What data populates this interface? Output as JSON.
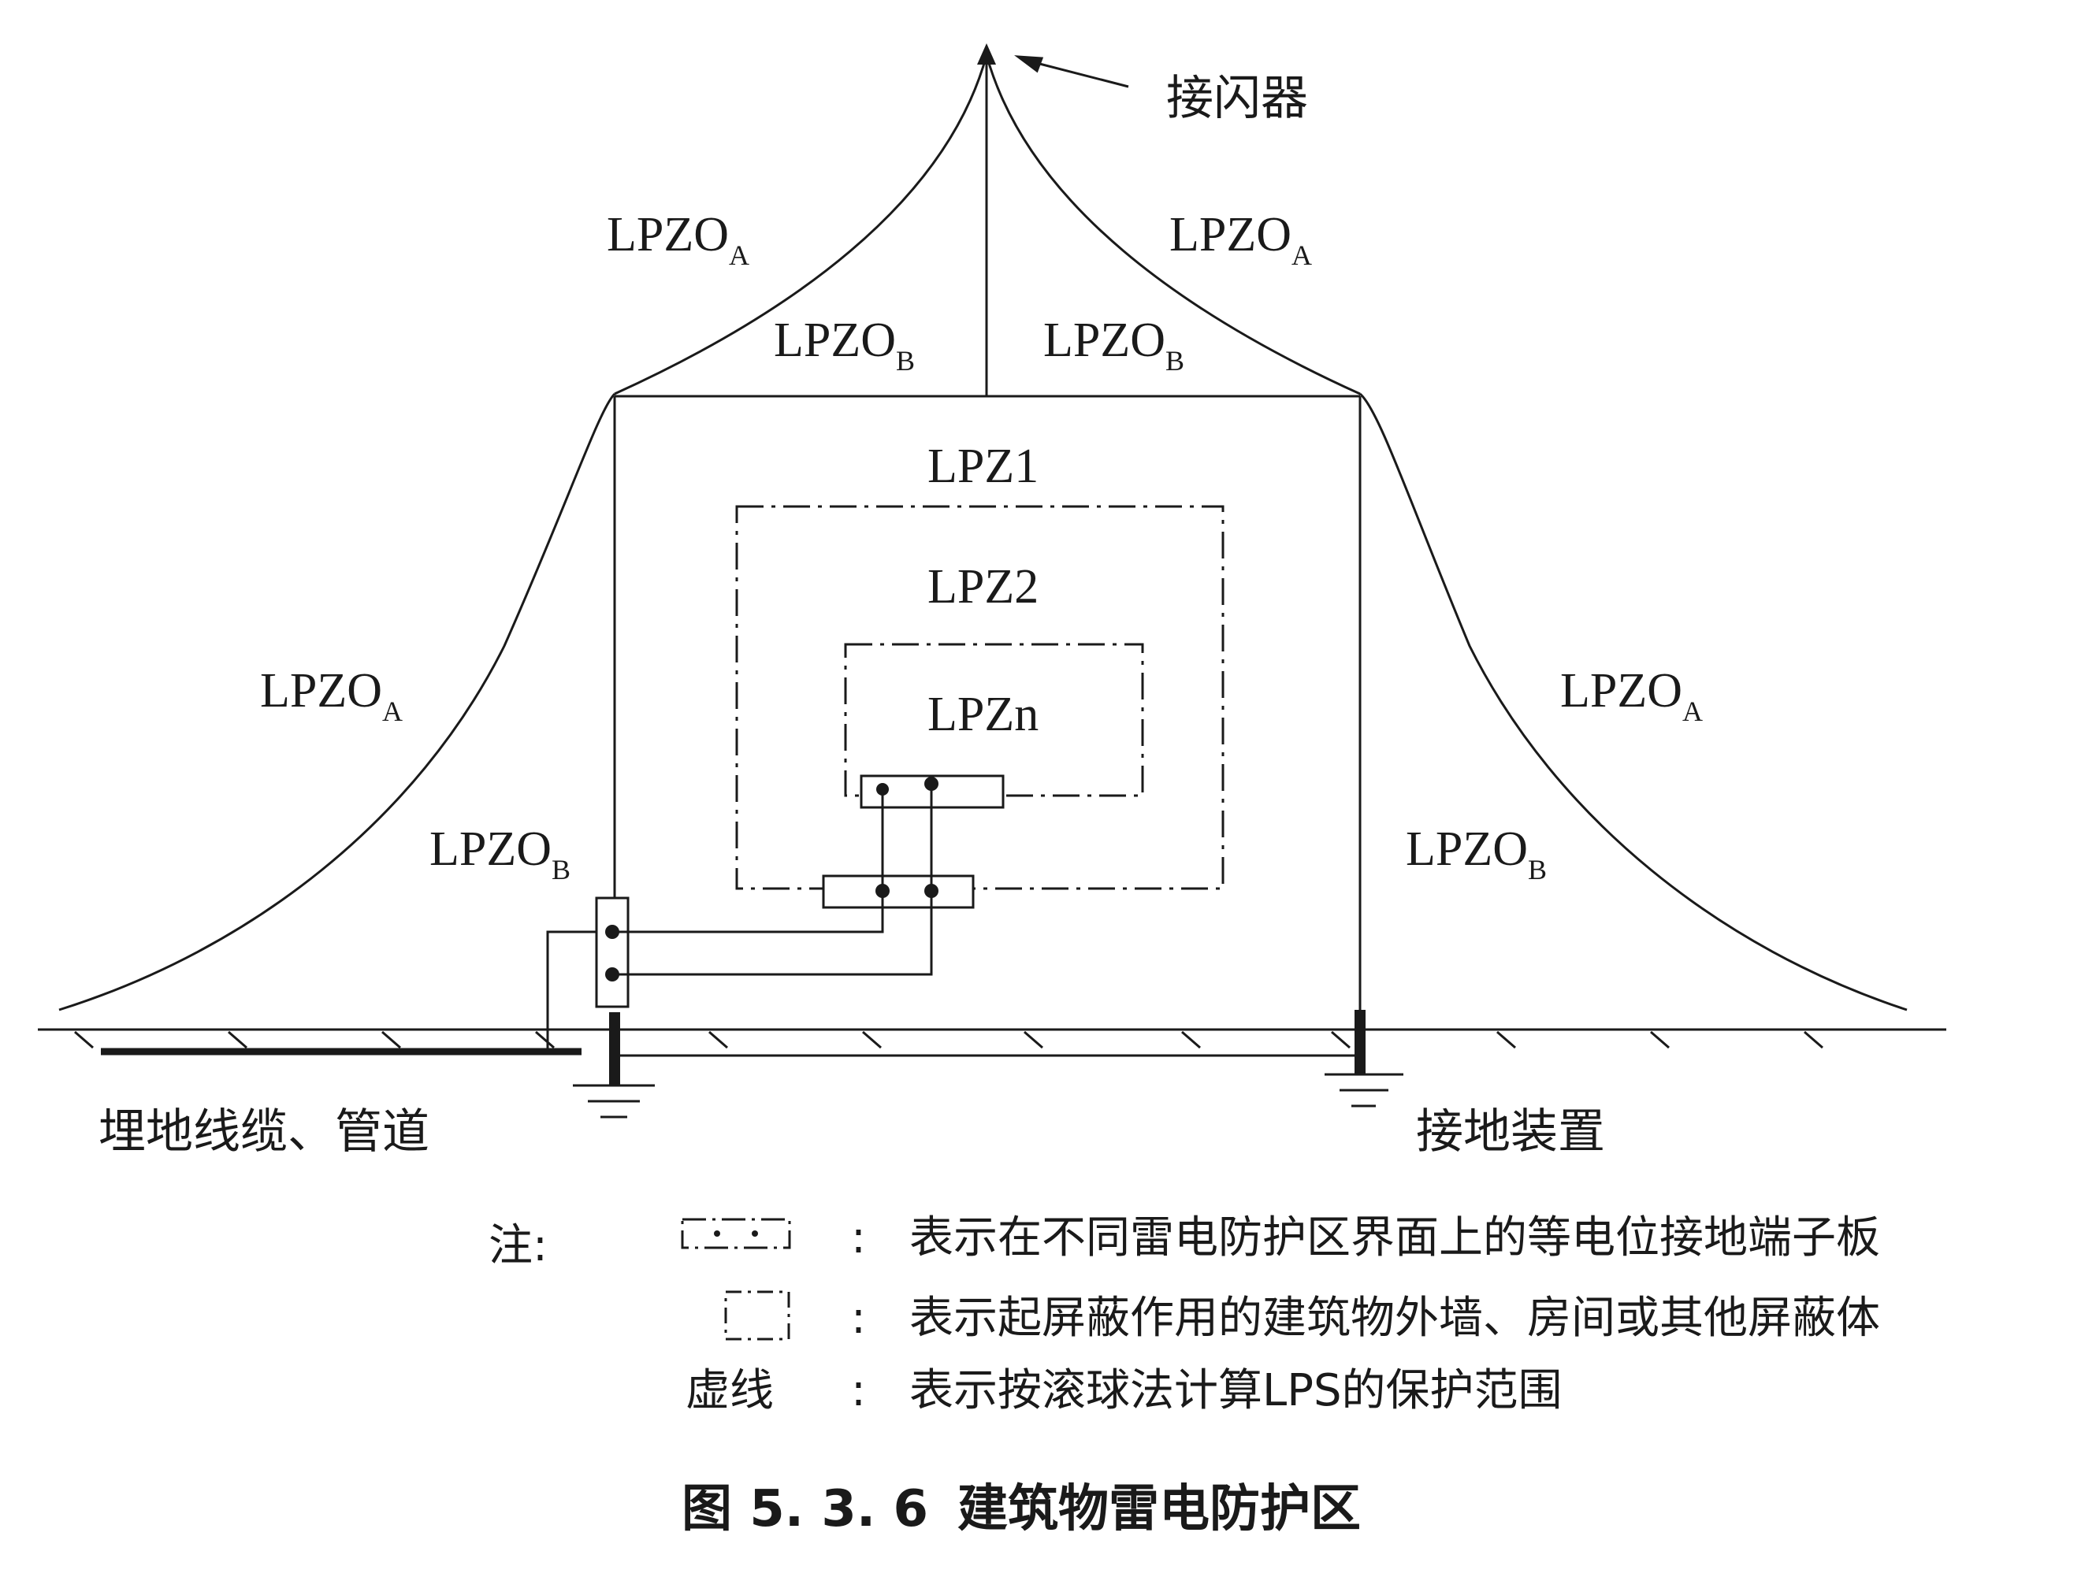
{
  "diagram": {
    "air_terminal_label": "接闪器",
    "zones": {
      "lpz0a": "LPZO",
      "lpz0a_sub": "A",
      "lpz0b": "LPZO",
      "lpz0b_sub": "B",
      "lpz1": "LPZ1",
      "lpz2": "LPZ2",
      "lpzn": "LPZn"
    },
    "buried_label": "埋地线缆、管道",
    "grounding_label": "接地装置"
  },
  "notes": {
    "prefix": "注:",
    "rows": [
      {
        "symbol": "bonding-bar",
        "text": "表示在不同雷电防护区界面上的等电位接地端子板"
      },
      {
        "symbol": "shield-box",
        "text": "表示起屏蔽作用的建筑物外墙、房间或其他屏蔽体"
      },
      {
        "symbol": "虚线",
        "text": "表示按滚球法计算LPS的保护范围"
      }
    ],
    "colon": ":"
  },
  "caption": {
    "number": "图 5. 3. 6",
    "title": "建筑物雷电防护区"
  },
  "colors": {
    "line": "#1a1a1a",
    "background": "#ffffff"
  }
}
